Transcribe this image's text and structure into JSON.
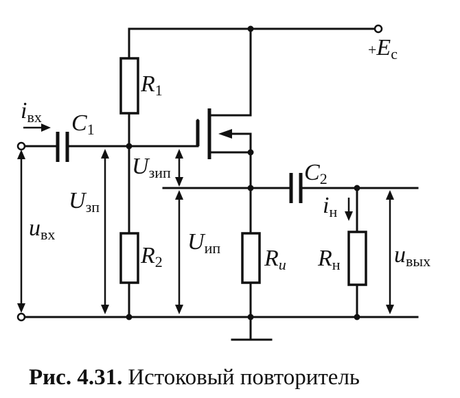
{
  "labels": {
    "supply_sign": "+",
    "supply_main": "E",
    "supply_sub": "с",
    "r1_main": "R",
    "r1_sub": "1",
    "r2_main": "R",
    "r2_sub": "2",
    "ri_main": "R",
    "ri_sub": "и",
    "rn_main": "R",
    "rn_sub": "н",
    "c1_main": "C",
    "c1_sub": "1",
    "c2_main": "C",
    "c2_sub": "2",
    "ivx_main": "i",
    "ivx_sub": "вх",
    "in_main": "i",
    "in_sub": "н",
    "uvx_main": "u",
    "uvx_sub": "вх",
    "uzp_main": "U",
    "uzp_sub": "зп",
    "uzip_main": "U",
    "uzip_sub": "зип",
    "uip_main": "U",
    "uip_sub": "ип",
    "uvyx_main": "u",
    "uvyx_sub": "вых"
  },
  "caption": {
    "number": "Рис. 4.31.",
    "text": "Истоковый повторитель"
  }
}
